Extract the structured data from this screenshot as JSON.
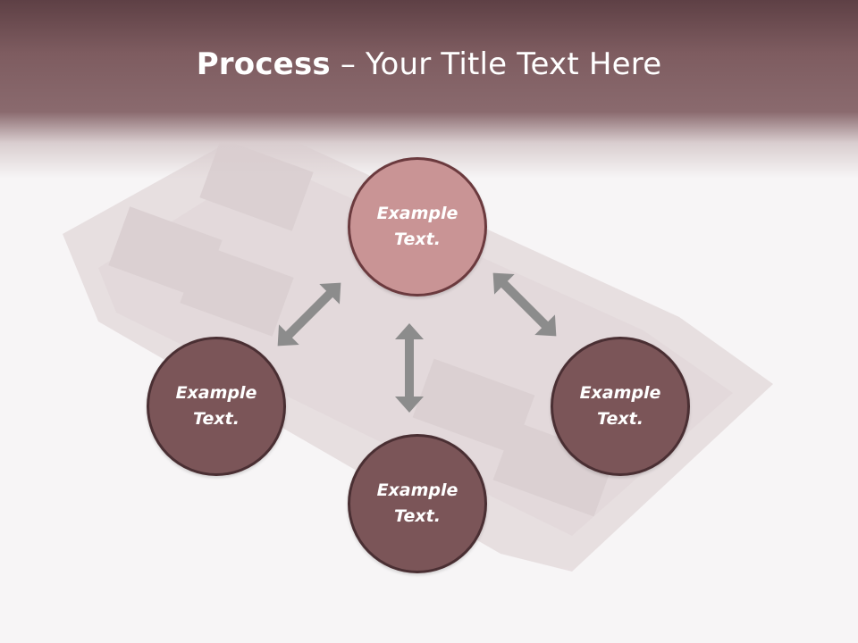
{
  "title": {
    "bold": "Process",
    "rest": " – Your Title Text Here"
  },
  "nodes": [
    {
      "text": "Example Text."
    },
    {
      "text": "Example Text."
    },
    {
      "text": "Example Text."
    },
    {
      "text": "Example Text."
    }
  ],
  "colors": {
    "header": "#7e5c60",
    "node_fill": "#7b5558",
    "node_top_fill": "#c99495",
    "arrow": "#8c8c8c"
  }
}
